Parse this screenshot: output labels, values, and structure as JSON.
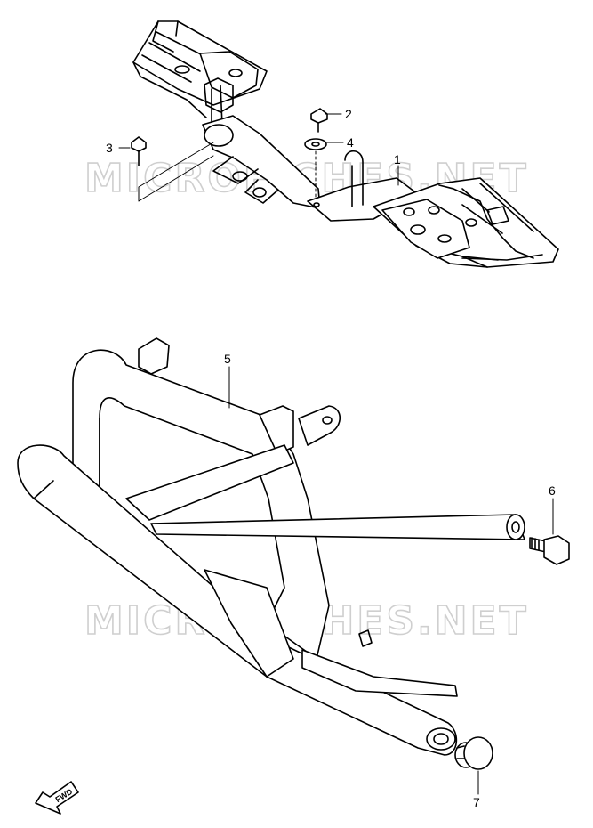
{
  "watermark_text": "MICROFICHES.NET",
  "direction_label": "FWD",
  "callouts": [
    {
      "id": "1",
      "label": "1"
    },
    {
      "id": "2",
      "label": "2"
    },
    {
      "id": "3",
      "label": "3"
    },
    {
      "id": "4",
      "label": "4"
    },
    {
      "id": "5",
      "label": "5"
    },
    {
      "id": "6",
      "label": "6"
    },
    {
      "id": "7",
      "label": "7"
    }
  ],
  "colors": {
    "line": "#000000",
    "watermark": "#cfcfcf",
    "background": "#ffffff"
  }
}
